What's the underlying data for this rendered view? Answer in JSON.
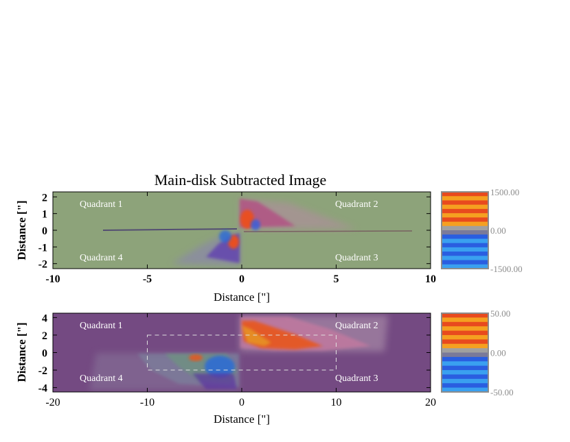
{
  "chart_data": [
    {
      "type": "heatmap",
      "title": "Main-disk Subtracted Image",
      "xlabel": "Distance [\"]",
      "ylabel": "Distance [\"]",
      "xlim": [
        -10,
        10
      ],
      "ylim": [
        -2.3,
        2.3
      ],
      "xticks": [
        "-10",
        "-5",
        "0",
        "5",
        "10"
      ],
      "xtick_values": [
        -10,
        -5,
        0,
        5,
        10
      ],
      "yticks": [
        "2",
        "1",
        "0",
        "-1",
        "-2"
      ],
      "ytick_values": [
        2,
        1,
        0,
        -1,
        -2
      ],
      "background_color": "#8da37a",
      "quadrant_labels": [
        "Quadrant 1",
        "Quadrant 2",
        "Quadrant 3",
        "Quadrant 4"
      ],
      "colorbar": {
        "ticks": [
          "1500.00",
          "0.00",
          "-1500.00"
        ],
        "tick_values": [
          1500,
          0,
          -1500
        ],
        "range": [
          -1500,
          1500
        ]
      }
    },
    {
      "type": "heatmap",
      "title": "",
      "xlabel": "Distance [\"]",
      "ylabel": "Distance [\"]",
      "xlim": [
        -20,
        20
      ],
      "ylim": [
        -4.5,
        4.5
      ],
      "xticks": [
        "-20",
        "-10",
        "0",
        "10",
        "20"
      ],
      "xtick_values": [
        -20,
        -10,
        0,
        10,
        20
      ],
      "yticks": [
        "4",
        "2",
        "0",
        "-2",
        "-4"
      ],
      "ytick_values": [
        4,
        2,
        0,
        -2,
        -4
      ],
      "background_color": "#744a82",
      "quadrant_labels": [
        "Quadrant 1",
        "Quadrant 2",
        "Quadrant 3",
        "Quadrant 4"
      ],
      "dashed_box": {
        "x": [
          -10,
          10
        ],
        "y": [
          -2,
          2
        ]
      },
      "colorbar": {
        "ticks": [
          "50.00",
          "0.00",
          "-50.00"
        ],
        "tick_values": [
          50,
          0,
          -50
        ],
        "range": [
          -50,
          50
        ]
      }
    }
  ]
}
